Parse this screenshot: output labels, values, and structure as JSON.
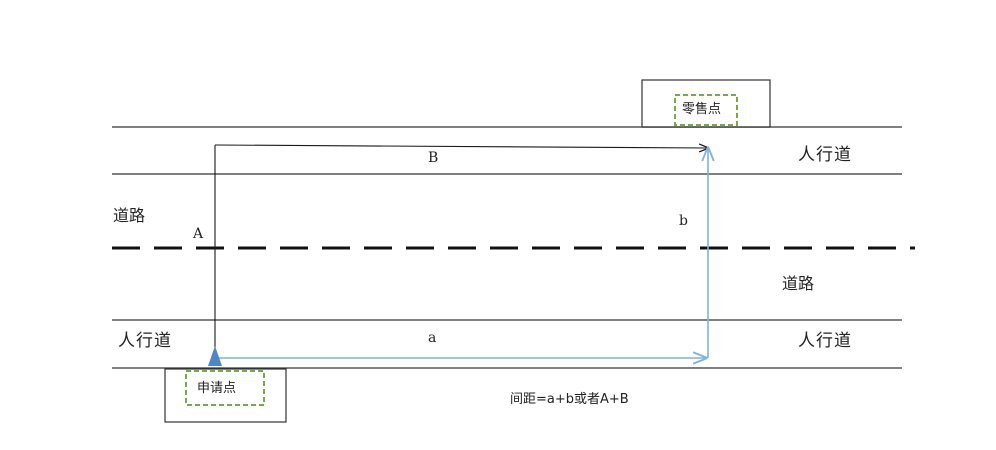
{
  "retail_point": "零售点",
  "application_point": "申请点",
  "labels": {
    "sidewalk_top_right": "人行道",
    "sidewalk_bottom_left": "人行道",
    "sidewalk_bottom_right": "人行道",
    "road_left": "道路",
    "road_right": "道路"
  },
  "distances": {
    "A": "A",
    "B": "B",
    "a": "a",
    "b": "b"
  },
  "formula": "间距=a+b或者A+B",
  "colors": {
    "path_AB": "#1a1a1a",
    "path_ab": "#7fb2dd",
    "marker": "#4f86c6",
    "box_dash": "#70ad47",
    "lines": "#333333"
  }
}
